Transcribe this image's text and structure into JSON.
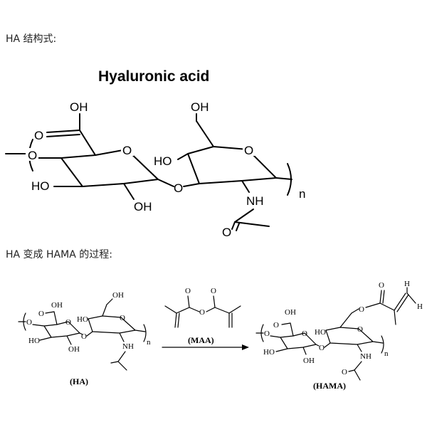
{
  "captions": {
    "structure": "HA 结构式:",
    "process": "HA  变成 HAMA 的过程:"
  },
  "structure": {
    "title": "Hyaluronic acid",
    "atoms": {
      "oh_acid": "OH",
      "o_carbonyl": "O",
      "o_link_left": "O",
      "o_ring1": "O",
      "ho_ring1": "HO",
      "oh_ring1": "OH",
      "o_glyco": "O",
      "oh_ch2": "OH",
      "ho_ring2": "HO",
      "o_ring2": "O",
      "nh": "NH",
      "o_acetyl": "O",
      "repeat": "n"
    }
  },
  "reaction": {
    "reactant_label": "(HA)",
    "reagent_label": "(MAA)",
    "product_label": "(HAMA)",
    "atoms": {
      "oh": "OH",
      "o": "O",
      "ho": "HO",
      "nh": "NH",
      "n": "n",
      "h": "H"
    }
  }
}
